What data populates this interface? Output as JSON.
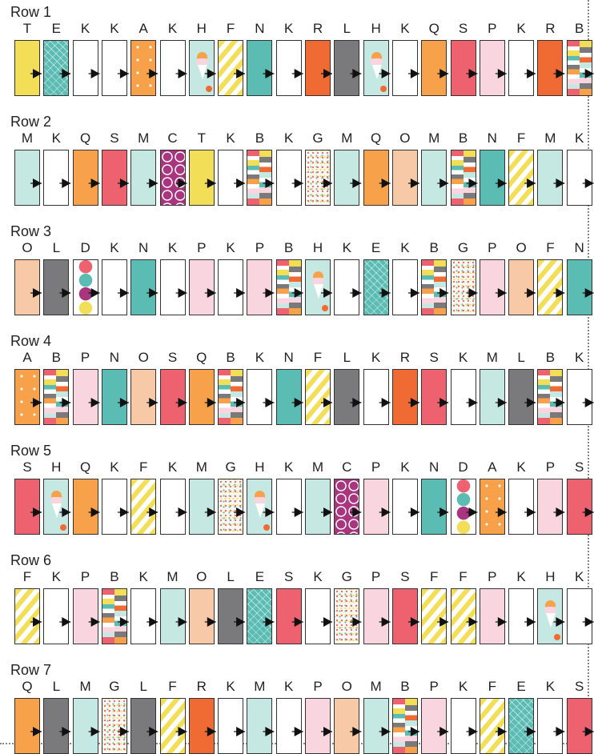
{
  "rows": [
    {
      "title": "Row 1",
      "letters": [
        "T",
        "E",
        "K",
        "K",
        "A",
        "K",
        "H",
        "F",
        "N",
        "K",
        "R",
        "L",
        "H",
        "K",
        "Q",
        "S",
        "P",
        "K",
        "R",
        "B"
      ]
    },
    {
      "title": "Row 2",
      "letters": [
        "M",
        "K",
        "Q",
        "S",
        "M",
        "C",
        "T",
        "K",
        "B",
        "K",
        "G",
        "M",
        "Q",
        "O",
        "M",
        "B",
        "N",
        "F",
        "M",
        "K"
      ]
    },
    {
      "title": "Row 3",
      "letters": [
        "O",
        "L",
        "D",
        "K",
        "N",
        "K",
        "P",
        "K",
        "P",
        "B",
        "H",
        "K",
        "E",
        "K",
        "B",
        "G",
        "P",
        "O",
        "F",
        "N"
      ]
    },
    {
      "title": "Row 4",
      "letters": [
        "A",
        "B",
        "P",
        "N",
        "O",
        "S",
        "Q",
        "B",
        "K",
        "N",
        "F",
        "L",
        "K",
        "R",
        "S",
        "K",
        "M",
        "L",
        "B",
        "K"
      ]
    },
    {
      "title": "Row 5",
      "letters": [
        "S",
        "H",
        "Q",
        "K",
        "F",
        "K",
        "M",
        "G",
        "H",
        "K",
        "M",
        "C",
        "P",
        "K",
        "N",
        "D",
        "A",
        "K",
        "P",
        "S"
      ]
    },
    {
      "title": "Row 6",
      "letters": [
        "F",
        "K",
        "P",
        "B",
        "K",
        "M",
        "O",
        "L",
        "E",
        "S",
        "K",
        "G",
        "P",
        "S",
        "F",
        "F",
        "P",
        "K",
        "H",
        "K"
      ]
    },
    {
      "title": "Row 7",
      "letters": [
        "Q",
        "L",
        "M",
        "G",
        "L",
        "F",
        "R",
        "K",
        "M",
        "K",
        "P",
        "O",
        "M",
        "B",
        "P",
        "K",
        "F",
        "E",
        "K",
        "S"
      ]
    }
  ],
  "fabric_legend": {
    "A": "orange-star-print",
    "B": "multicolor-block-print",
    "C": "magenta-medallion-print",
    "D": "large-dot-print",
    "E": "teal-doodle-print",
    "F": "yellow-stripe-print",
    "G": "confetti-dot-print",
    "H": "ice-cream-print",
    "K": "white",
    "L": "gray",
    "M": "light-aqua",
    "N": "teal",
    "O": "peach",
    "P": "light-pink",
    "Q": "orange",
    "R": "red-orange",
    "S": "coral-red",
    "T": "yellow"
  },
  "colors": {
    "A": "#f7a24a",
    "C": "#a8357e",
    "E": "#5bbcb4",
    "K": "#ffffff",
    "L": "#7a797b",
    "M": "#c5e8e3",
    "N": "#5bbcb4",
    "O": "#f8c9a7",
    "P": "#f9d5e0",
    "Q": "#f7a24a",
    "R": "#ef6b33",
    "S": "#ee6270",
    "T": "#f3df57",
    "arrow": "#111111"
  }
}
